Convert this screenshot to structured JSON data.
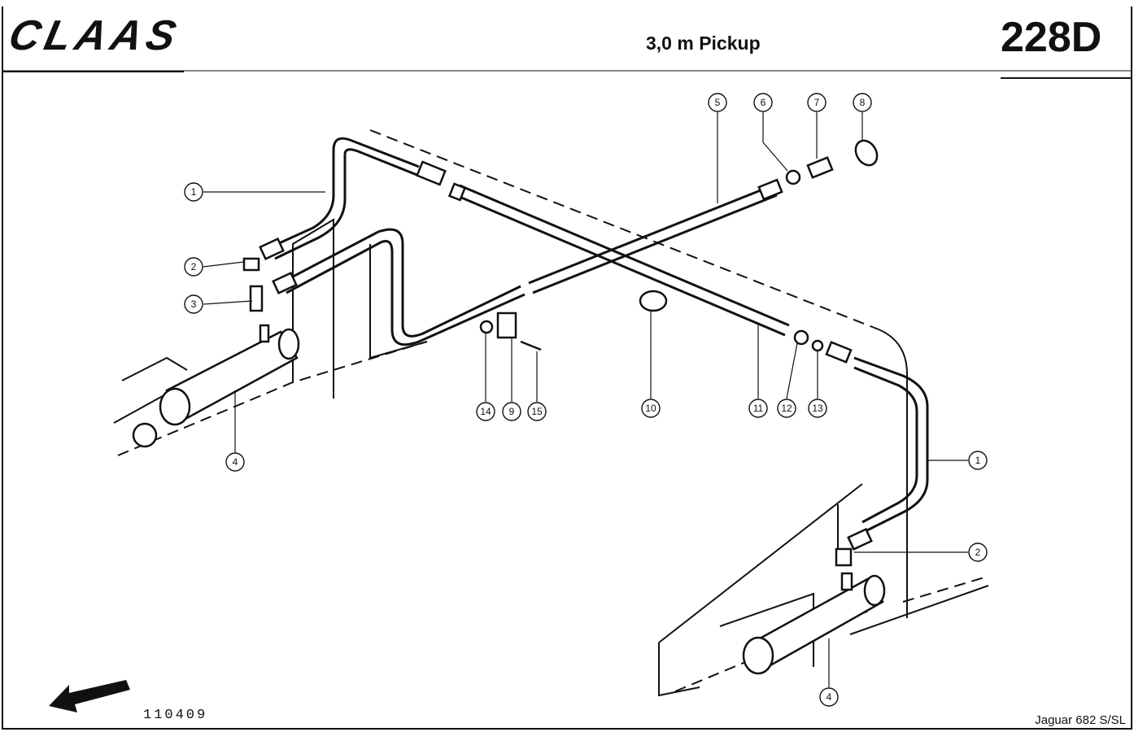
{
  "header": {
    "brand": "CLAAS",
    "title": "3,0 m Pickup",
    "sheet": "228D"
  },
  "footer": {
    "doc_number": "110409",
    "model": "Jaguar 682 S/SL"
  },
  "callouts": {
    "c1a": "1",
    "c2a": "2",
    "c3": "3",
    "c4a": "4",
    "c5": "5",
    "c6": "6",
    "c7": "7",
    "c8": "8",
    "c14": "14",
    "c9": "9",
    "c15": "15",
    "c10": "10",
    "c11": "11",
    "c12": "12",
    "c13": "13",
    "c1b": "1",
    "c2b": "2",
    "c4b": "4"
  },
  "icons": {
    "direction": "arrow-lower-left-icon"
  }
}
